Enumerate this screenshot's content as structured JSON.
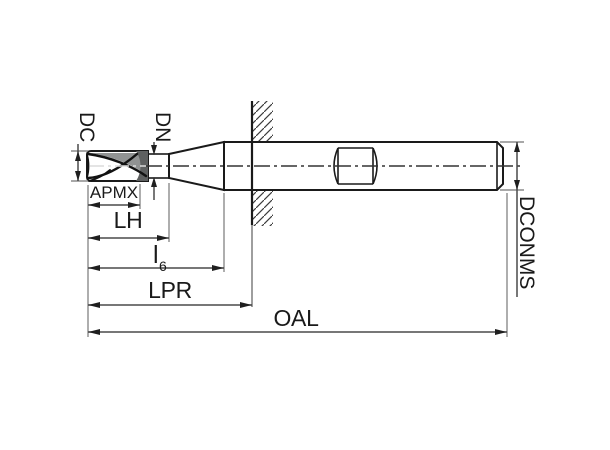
{
  "drawing": {
    "type": "technical-dimension-diagram",
    "subject": "end-mill-side-view",
    "labels": {
      "dc": "DC",
      "dn": "DN",
      "apmx": "APMX",
      "lh": "LH",
      "l_lower": "l",
      "l_sub": "6",
      "lpr": "LPR",
      "oal": "OAL",
      "dconms": "DCONMS"
    },
    "colors": {
      "background": "#ffffff",
      "outline": "#1a1a1a",
      "shank_fill": "#d6d8d8",
      "taper_fill": "#d6d8d8",
      "neck_fill": "#aeb1b1",
      "head_fill": "#a9abab",
      "flute_mid": "#919393",
      "flute_dark": "#5e6060",
      "dim_line": "#4a4a4a",
      "ext_line": "#8c8c8c",
      "hatch": "#3c3c3c",
      "text": "#1a1a1a"
    }
  }
}
